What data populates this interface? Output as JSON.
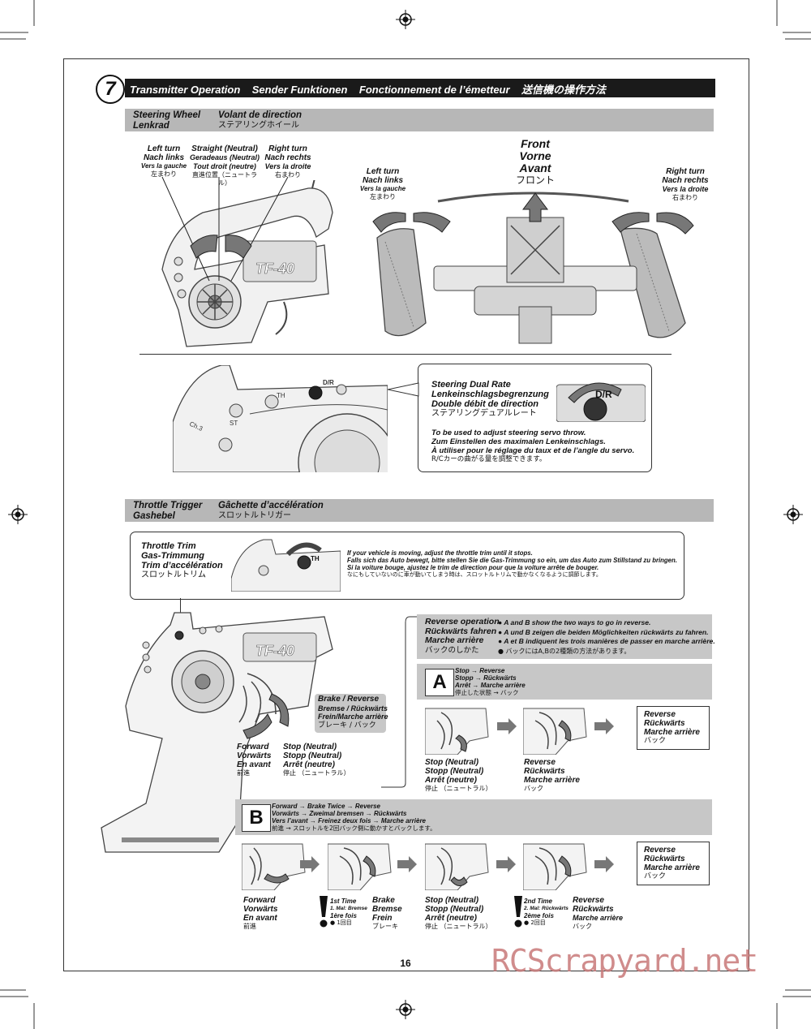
{
  "page_number": "16",
  "step": {
    "number": "7",
    "title": "Transmitter Operation    Sender Funktionen    Fonctionnement de l’émetteur    送信機の操作方法"
  },
  "steering_section": {
    "title_en": "Steering Wheel",
    "title_de": "Lenkrad",
    "title_fr": "Volant de direction",
    "title_jp": "ステアリングホイール",
    "left_turn": [
      "Left turn",
      "Nach links",
      "Vers la gauche",
      "左まわり"
    ],
    "straight": [
      "Straight (Neutral)",
      "Geradeaus (Neutral)",
      "Tout droit (neutre)",
      "直進位置（ニュートラル）"
    ],
    "right_turn": [
      "Right turn",
      "Nach rechts",
      "Vers la droite",
      "右まわり"
    ],
    "front": [
      "Front",
      "Vorne",
      "Avant",
      "フロント"
    ],
    "brand_logo": "TF-40"
  },
  "dual_rate": {
    "title": [
      "Steering Dual Rate",
      "Lenkeinschlagsbegrenzung",
      "Double débit de direction",
      "ステアリングデュアルレート"
    ],
    "desc": [
      "To be used to adjust steering servo throw.",
      "Zum Einstellen des maximalen Lenkeinschlags.",
      "À utiliser pour le réglage du taux et de l’angle du servo.",
      "R/Cカーの曲がる量を調整できます。"
    ],
    "knob_label": "D/R",
    "panel_labels": [
      "Ch.3",
      "ST",
      "TH",
      "D/R"
    ]
  },
  "throttle_section": {
    "title_en": "Throttle Trigger",
    "title_de": "Gashebel",
    "title_fr": "Gâchette d’accélération",
    "title_jp": "スロットルトリガー"
  },
  "throttle_trim": {
    "title": [
      "Throttle Trim",
      "Gas-Trimmung",
      "Trim d’accélération",
      "スロットルトリム"
    ],
    "desc": [
      "If your vehicle is moving, adjust the throttle trim until it stops.",
      "Falls sich das Auto bewegt, bitte stellen Sie die Gas-Trimmung so ein, um das Auto zum Stillstand zu bringen.",
      "Si la voiture bouge, ajustez le trim de direction pour que la voiture arrête de bouger.",
      "なにもしていないのに車が動いてしまう時は、スロットルトリムで動かなくなるように調節します。"
    ],
    "knob_label": "TH"
  },
  "trigger_labels": {
    "brake_reverse": [
      "Brake / Reverse",
      "Bremse / Rückwärts",
      "Frein/Marche arrière",
      "ブレーキ / バック"
    ],
    "forward": [
      "Forward",
      "Vorwärts",
      "En avant",
      "前進"
    ],
    "stop": [
      "Stop (Neutral)",
      "Stopp (Neutral)",
      "Arrêt (neutre)",
      "停止 （ニュートラル）"
    ]
  },
  "reverse_operation": {
    "heading": [
      "Reverse operation",
      "Rückwärts fahren",
      "Marche arrière",
      "バックのしかた"
    ],
    "notes": [
      "A and B show the two ways to go in reverse.",
      "A und  B zeigen die beiden Möglichkeiten rückwärts zu fahren.",
      "A et B indiquent les trois manières de passer en marche arrière.",
      "バックにはA,Bの2種類の方法があります。"
    ]
  },
  "method_a": {
    "letter": "A",
    "lines": [
      "Stop → Reverse",
      "Stopp → Rückwärts",
      "Arrêt → Marche arrière",
      "停止した状態 → バック"
    ],
    "stop": [
      "Stop (Neutral)",
      "Stopp (Neutral)",
      "Arrêt (neutre)",
      "停止 （ニュートラル）"
    ],
    "reverse": [
      "Reverse",
      "Rückwärts",
      "Marche arrière",
      "バック"
    ],
    "result": [
      "Reverse",
      "Rückwärts",
      "Marche arrière",
      "バック"
    ]
  },
  "method_b": {
    "letter": "B",
    "lines": [
      "Forward → Brake Twice → Reverse",
      "Vorwärts → Zweimal bremsen → Rückwärts",
      "Vers l’avant → Freinez deux fois → Marche arrière",
      "前進 → スロットルを2回バック側に動かすとバックします。"
    ],
    "forward": [
      "Forward",
      "Vorwärts",
      "En avant",
      "前進"
    ],
    "first_time": [
      "1st Time",
      "1. Mal: Bremse",
      "1ère fois",
      "1回目"
    ],
    "brake": [
      "Brake",
      "Bremse",
      "Frein",
      "ブレーキ"
    ],
    "stop": [
      "Stop (Neutral)",
      "Stopp (Neutral)",
      "Arrêt (neutre)",
      "停止 （ニュートラル）"
    ],
    "second_time": [
      "2nd Time",
      "2. Mal: Rückwärts",
      "2ème fois",
      "2回目"
    ],
    "reverse": [
      "Reverse",
      "Rückwärts",
      "Marche arrière",
      "バック"
    ],
    "result": [
      "Reverse",
      "Rückwärts",
      "Marche arrière",
      "バック"
    ]
  },
  "watermark": "RCScrapyard.net",
  "colors": {
    "bar_dark": "#1a1a1a",
    "section_grey": "#b7b7b7",
    "watermark": "#c87878"
  }
}
